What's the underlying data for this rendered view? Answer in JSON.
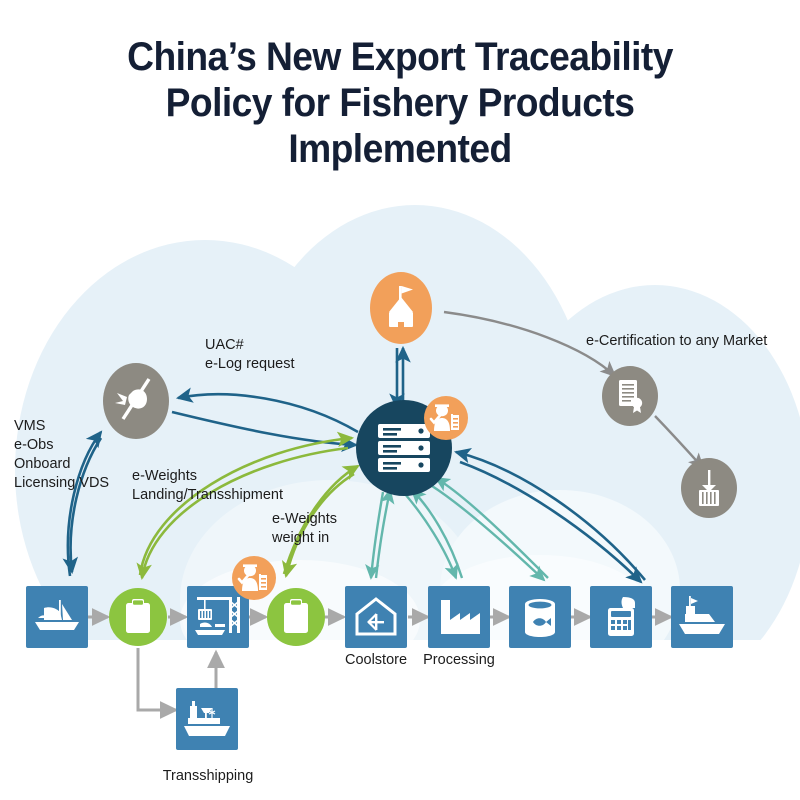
{
  "title": {
    "line1": "China’s New Export Traceability",
    "line2": "Policy for Fishery Products",
    "line3": "Implemented"
  },
  "colors": {
    "title_text": "#141f35",
    "hub_navy": "#17465f",
    "chain_blue": "#3f82b2",
    "check_green": "#8cc540",
    "accent_orange": "#f2a05a",
    "grey_node": "#8d8a82",
    "arrow_navy": "#1f6389",
    "arrow_green": "#8cb93c",
    "arrow_teal": "#63b7ac",
    "arrow_grey": "#9a9a9a",
    "cloud_bg": "#e4f0f7",
    "page_bg": "#ffffff"
  },
  "flow_labels": [
    {
      "id": "vms",
      "text": "VMS\ne-Obs\nOnboard\nLicensing VDS"
    },
    {
      "id": "uac",
      "text": "UAC#\ne-Log request"
    },
    {
      "id": "ecert",
      "text": "e-Certification to any Market"
    },
    {
      "id": "eweights-landing",
      "text": "e-Weights\nLanding/Transshipment"
    },
    {
      "id": "eweights-weightin",
      "text": "e-Weights\nweight in"
    }
  ],
  "hub": {
    "name": "traceability-database",
    "icon": "server-stack-icon",
    "badge_icon": "inspector-icon"
  },
  "satellite_nodes": [
    {
      "id": "vms-device",
      "icon": "vms-satellite-icon",
      "color": "#8d8a82"
    },
    {
      "id": "authority",
      "icon": "government-building-flag-icon",
      "color": "#f2a05a"
    },
    {
      "id": "certificate",
      "icon": "certificate-seal-icon",
      "color": "#8d8a82"
    },
    {
      "id": "container-export",
      "icon": "container-crane-hook-icon",
      "color": "#8d8a82"
    }
  ],
  "supply_chain": [
    {
      "id": "fishing-vessel",
      "shape": "square",
      "icon": "fishing-vessel-icon",
      "caption": ""
    },
    {
      "id": "check-landing",
      "shape": "circle",
      "icon": "clipboard-icon",
      "caption": ""
    },
    {
      "id": "port-landing",
      "shape": "square",
      "icon": "port-crane-icon",
      "caption": ""
    },
    {
      "id": "check-weightin",
      "shape": "circle",
      "icon": "clipboard-icon",
      "caption": ""
    },
    {
      "id": "coolstore",
      "shape": "square",
      "icon": "coolstore-icon",
      "caption": "Coolstore"
    },
    {
      "id": "processing",
      "shape": "square",
      "icon": "factory-icon",
      "caption": "Processing"
    },
    {
      "id": "canning",
      "shape": "square",
      "icon": "canned-fish-icon",
      "caption": ""
    },
    {
      "id": "point-of-sale",
      "shape": "square",
      "icon": "cash-register-icon",
      "caption": ""
    },
    {
      "id": "export-shipping",
      "shape": "square",
      "icon": "cargo-ship-icon",
      "caption": ""
    }
  ],
  "side_node": {
    "id": "transshipping",
    "shape": "square",
    "icon": "transshipment-vessel-icon",
    "caption": "Transshipping"
  },
  "badges": [
    {
      "id": "inspector-badge-port",
      "icon": "inspector-icon"
    },
    {
      "id": "inspector-badge-hub",
      "icon": "inspector-icon"
    }
  ]
}
